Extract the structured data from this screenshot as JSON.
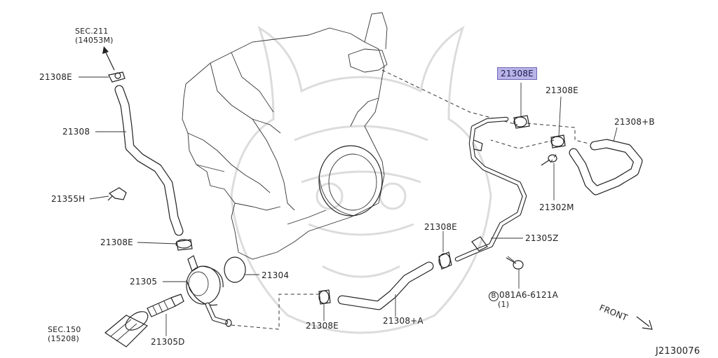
{
  "labels": {
    "sec211": "SEC.211",
    "sec211_code": "(14053M)",
    "clamp_top_left": "21308E",
    "hose_21308": "21308",
    "clip_21355h": "21355H",
    "clamp_mid_left": "21308E",
    "cooler_21305": "21305",
    "gasket_21304": "21304",
    "connector_21305d": "21305D",
    "sec150": "SEC.150",
    "sec150_code": "(15208)",
    "clamp_bottom": "21308E",
    "hose_21308a": "21308+A",
    "clamp_highlighted": "21308E",
    "clamp_right": "21308E",
    "hose_21308b": "21308+B",
    "bracket_21302m": "21302M",
    "clamp_center": "21308E",
    "pipe_21305z": "21305Z",
    "bolt_circle": "B",
    "bolt_code": "081A6-6121A",
    "bolt_qty": "(1)",
    "front": "FRONT",
    "diagram_code": "J2130076"
  },
  "colors": {
    "highlight": "#b9b4e6",
    "line": "#222222",
    "watermark": "#dcdcdc"
  }
}
